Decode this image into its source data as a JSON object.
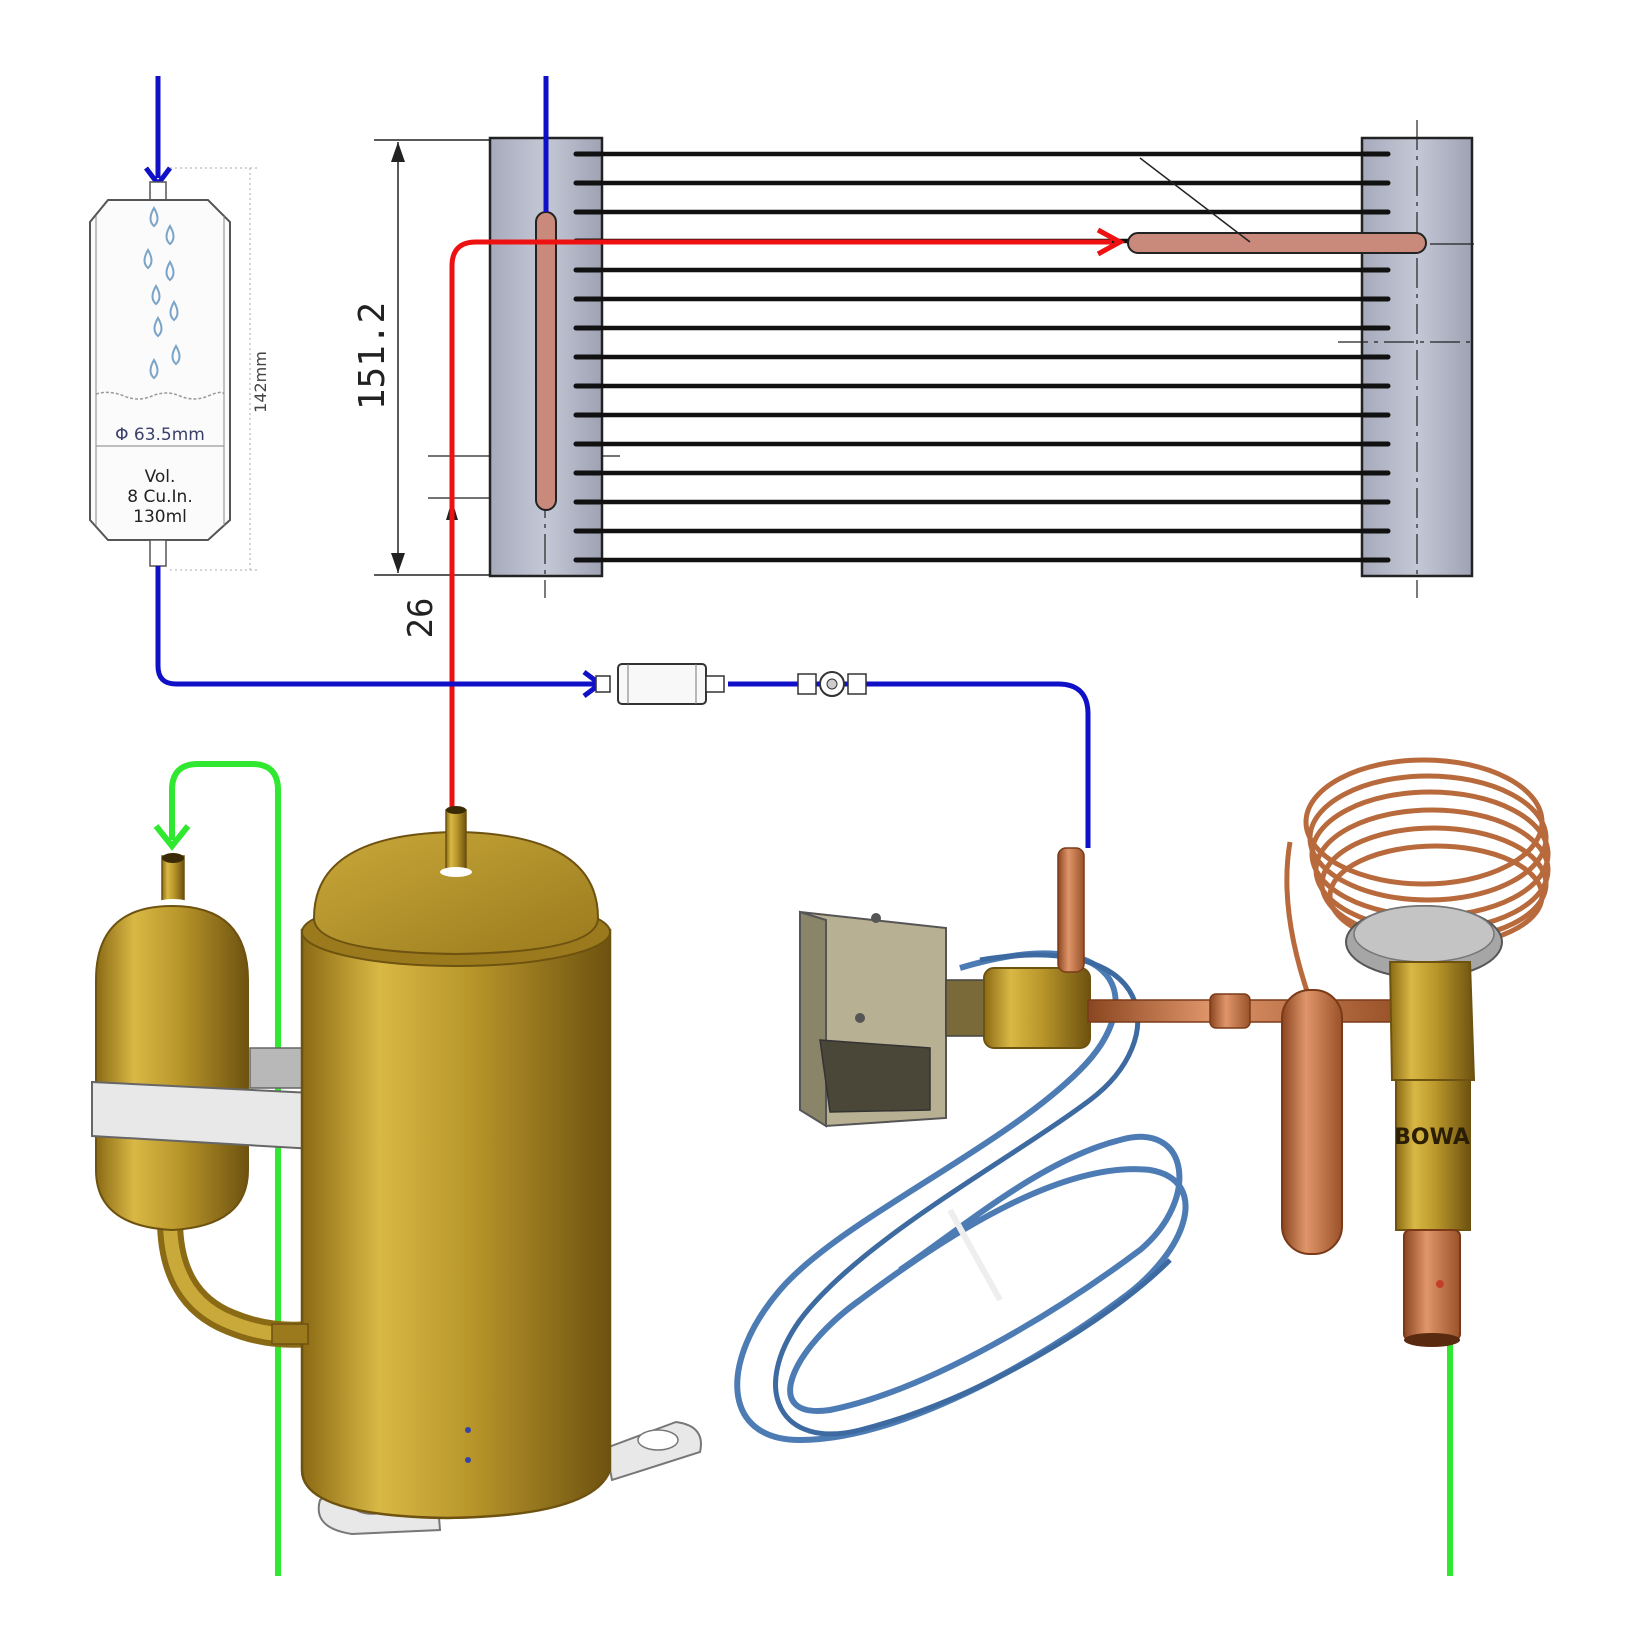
{
  "receiver": {
    "diameter_label": "Φ 63.5mm",
    "height_label": "142mm",
    "volume_lines": [
      "Vol.",
      "8 Cu.In.",
      "130ml"
    ]
  },
  "condenser": {
    "height_dim": "151.2",
    "offset_dim": "26"
  },
  "expansion_valve": {
    "brand_text": "BOWA"
  },
  "colors": {
    "liquid_line": "#1010c8",
    "discharge_line": "#ee1111",
    "suction_line": "#2fe82f",
    "brass": "#b8962a",
    "copper": "#c4703e",
    "cable": "#4d7cb5",
    "header": "#b9bdcc"
  },
  "icons": {
    "compressor": "rotary-compressor-icon",
    "accumulator": "suction-accumulator-icon",
    "filter_drier": "filter-drier-icon",
    "sight_glass": "sight-glass-icon",
    "solenoid_valve": "solenoid-valve-icon",
    "expansion_valve": "thermal-expansion-valve-icon",
    "droplet": "water-droplet-icon"
  }
}
